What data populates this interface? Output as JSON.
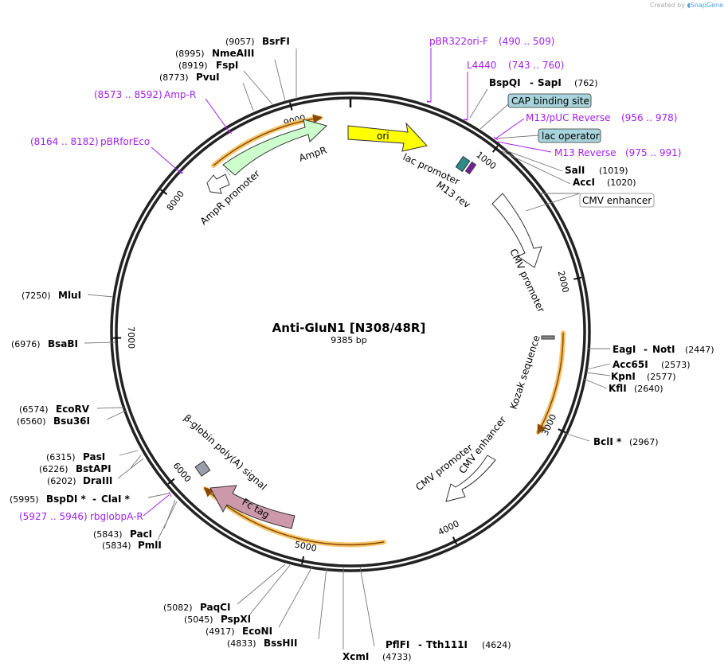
{
  "credit": {
    "prefix": "Created by",
    "brand": "SnapGene"
  },
  "plasmid": {
    "name": "Anti-GluN1 [N308/48R]",
    "length_label": "9385 bp",
    "length": 9385
  },
  "ticks": [
    {
      "pos": 1000,
      "label": "1000"
    },
    {
      "pos": 2000,
      "label": "2000"
    },
    {
      "pos": 3000,
      "label": "3000"
    },
    {
      "pos": 4000,
      "label": "4000"
    },
    {
      "pos": 5000,
      "label": "5000"
    },
    {
      "pos": 6000,
      "label": "6000"
    },
    {
      "pos": 7000,
      "label": "7000"
    },
    {
      "pos": 8000,
      "label": "8000"
    },
    {
      "pos": 9000,
      "label": "9000"
    }
  ],
  "sites": [
    {
      "name": "BsrFI",
      "pos_label": "(9057)",
      "bp": 9057
    },
    {
      "name": "NmeAIII",
      "pos_label": "(8995)",
      "bp": 8995
    },
    {
      "name": "FspI",
      "pos_label": "(8919)",
      "bp": 8919
    },
    {
      "name": "PvuI",
      "pos_label": "(8773)",
      "bp": 8773
    },
    {
      "name": "BspQI",
      "name2": "SapI",
      "pos_label": "(762)",
      "bp": 762
    },
    {
      "name": "SalI",
      "pos_label": "(1019)",
      "bp": 1019
    },
    {
      "name": "AccI",
      "pos_label": "(1020)",
      "bp": 1020
    },
    {
      "name": "EagI",
      "name2": "NotI",
      "pos_label": "(2447)",
      "bp": 2447
    },
    {
      "name": "Acc65I",
      "pos_label": "(2573)",
      "bp": 2573
    },
    {
      "name": "KpnI",
      "pos_label": "(2577)",
      "bp": 2577
    },
    {
      "name": "KflI",
      "pos_label": "(2640)",
      "bp": 2640
    },
    {
      "name": "BclI *",
      "pos_label": "(2967)",
      "bp": 2967
    },
    {
      "name": "PflFI",
      "name2": "Tth111I",
      "pos_label": "(4624)",
      "bp": 4624
    },
    {
      "name": "XcmI",
      "pos_label": "(4733)",
      "bp": 4733
    },
    {
      "name": "BssHII",
      "pos_label": "(4833)",
      "bp": 4833
    },
    {
      "name": "EcoNI",
      "pos_label": "(4917)",
      "bp": 4917
    },
    {
      "name": "PspXI",
      "pos_label": "(5045)",
      "bp": 5045
    },
    {
      "name": "PaqCI",
      "pos_label": "(5082)",
      "bp": 5082
    },
    {
      "name": "PmlI",
      "pos_label": "(5834)",
      "bp": 5834
    },
    {
      "name": "PacI",
      "pos_label": "(5843)",
      "bp": 5843
    },
    {
      "name": "BspDI *",
      "name2": "ClaI *",
      "pos_label": "(5995)",
      "bp": 5995
    },
    {
      "name": "DraIII",
      "pos_label": "(6202)",
      "bp": 6202
    },
    {
      "name": "BstAPI",
      "pos_label": "(6226)",
      "bp": 6226
    },
    {
      "name": "PasI",
      "pos_label": "(6315)",
      "bp": 6315
    },
    {
      "name": "Bsu36I",
      "pos_label": "(6560)",
      "bp": 6560
    },
    {
      "name": "EcoRV",
      "pos_label": "(6574)",
      "bp": 6574
    },
    {
      "name": "BsaBI",
      "pos_label": "(6976)",
      "bp": 6976
    },
    {
      "name": "MluI",
      "pos_label": "(7250)",
      "bp": 7250
    }
  ],
  "primers": [
    {
      "name": "pBR322ori-F",
      "range": "(490 .. 509)",
      "bp": 500
    },
    {
      "name": "L4440",
      "range": "(743 .. 760)",
      "bp": 752
    },
    {
      "name": "M13/pUC Reverse",
      "range": "(956 .. 978)",
      "bp": 967
    },
    {
      "name": "M13 Reverse",
      "range": "(975 .. 991)",
      "bp": 983
    },
    {
      "name": "Amp-R",
      "range": "(8573 .. 8592)",
      "bp": 8583
    },
    {
      "name": "pBRforEco",
      "range": "(8164 .. 8182)",
      "bp": 8173
    },
    {
      "name": "rbglobpA-R",
      "range": "(5927 .. 5946)",
      "bp": 5937
    }
  ],
  "boxed_features": [
    {
      "name": "CAP binding site",
      "style": "filled"
    },
    {
      "name": "lac operator",
      "style": "filled"
    },
    {
      "name": "CMV enhancer",
      "style": "outline"
    }
  ],
  "features": [
    {
      "name": "ori",
      "color": "#ffff00"
    },
    {
      "name": "AmpR",
      "color": "#ccffcc"
    },
    {
      "name": "AmpR promoter",
      "color": "#ffffff"
    },
    {
      "name": "lac promoter",
      "color": "#2e8b8b"
    },
    {
      "name": "M13 rev",
      "color": "#7b1fa2"
    },
    {
      "name": "CMV promoter",
      "color": "#ffffff"
    },
    {
      "name": "Kozak sequence",
      "color": "#888888"
    },
    {
      "name": "CMV enhancer",
      "color": "#ffffff"
    },
    {
      "name": "CMV promoter",
      "color": "#ffffff"
    },
    {
      "name": "Fc tag",
      "color": "#cc99aa"
    },
    {
      "name": "β-globin poly(A) signal",
      "color": "#99a0aa"
    }
  ],
  "colors": {
    "primer": "#a020f0",
    "orf_highlight": "#f5c46a",
    "box_fill": "#a8d4dc"
  }
}
